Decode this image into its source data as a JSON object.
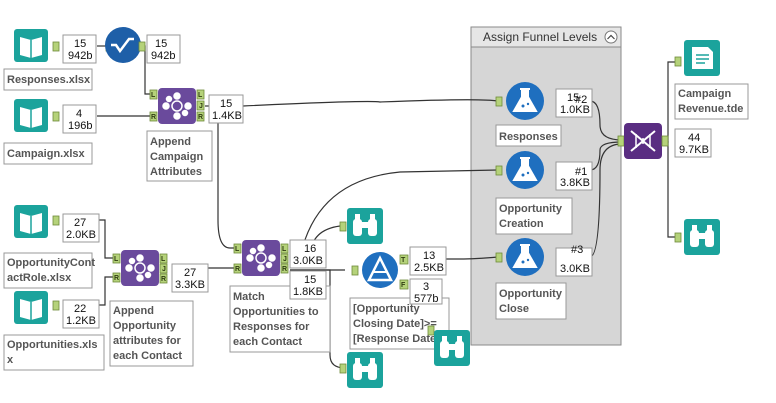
{
  "container": {
    "title": "Assign Funnel Levels",
    "collapse_icon": "chevron-up-icon"
  },
  "tools": {
    "responses_input": {
      "label": "Responses.xlsx",
      "icon": "book-icon",
      "count": "15",
      "size": "942b"
    },
    "select_tool": {
      "icon": "checkmark-circle-icon",
      "count": "15",
      "size": "942b"
    },
    "campaign_input": {
      "label": "Campaign.xlsx",
      "icon": "book-icon",
      "count": "4",
      "size": "196b"
    },
    "append_campaign": {
      "label": [
        "Append",
        "Campaign",
        "Attributes"
      ],
      "icon": "append-icon",
      "count": "15",
      "size": "1.4KB"
    },
    "contact_role_input": {
      "label": [
        "OpportunityCont",
        "actRole.xlsx"
      ],
      "icon": "book-icon",
      "count": "27",
      "size": "2.0KB"
    },
    "opportunities_input": {
      "label": [
        "Opportunities.xls",
        "x"
      ],
      "icon": "book-icon",
      "count": "22",
      "size": "1.2KB"
    },
    "append_opportunity": {
      "label": [
        "Append",
        "Opportunity",
        "attributes for",
        "each Contact"
      ],
      "icon": "append-icon",
      "count": "27",
      "size": "3.3KB"
    },
    "match_join": {
      "label": [
        "Match",
        "Opportunities to",
        "Responses for",
        "each Contact"
      ],
      "icon": "join-icon",
      "join_count": "16",
      "join_size": "3.0KB",
      "right_count": "15",
      "right_size": "1.8KB"
    },
    "browse_1": {
      "icon": "binoculars-icon"
    },
    "browse_2": {
      "icon": "binoculars-icon"
    },
    "browse_3": {
      "icon": "binoculars-icon"
    },
    "browse_4": {
      "icon": "binoculars-icon"
    },
    "filter": {
      "label": [
        "[Opportunity",
        "Closing Date]>=",
        "[Response Date"
      ],
      "icon": "filter-triangle-icon",
      "true_count": "13",
      "true_size": "2.5KB",
      "false_count": "3",
      "false_size": "577b"
    },
    "formula_responses": {
      "label": "Responses",
      "icon": "flask-icon",
      "badge": "#2",
      "count": "15",
      "size": "1.0KB"
    },
    "formula_creation": {
      "label": [
        "Opportunity",
        "Creation"
      ],
      "icon": "flask-icon",
      "badge": "#1",
      "count": "",
      "size": "3.8KB"
    },
    "formula_close": {
      "label": [
        "Opportunity",
        "Close"
      ],
      "icon": "flask-icon",
      "badge": "#3",
      "count": "",
      "size": "3.0KB"
    },
    "union": {
      "icon": "dna-icon",
      "count": "44",
      "size": "9.7KB"
    },
    "output": {
      "label": [
        "Campaign",
        "Revenue.tde"
      ],
      "icon": "document-output-icon"
    }
  },
  "anchors": {
    "L": "L",
    "R": "R",
    "J": "J",
    "T": "T",
    "F": "F"
  },
  "colors": {
    "input_green": "#1ba39c",
    "select_blue": "#1e5fa8",
    "join_purple": "#6a4a9c",
    "formula_blue": "#1f6fbf",
    "filter_blue": "#1f6fbf",
    "union_purple": "#5a2d82",
    "container_bg": "#d6d6d6",
    "container_header": "#e6e6e6",
    "anchor_green": "#b5d27a"
  }
}
